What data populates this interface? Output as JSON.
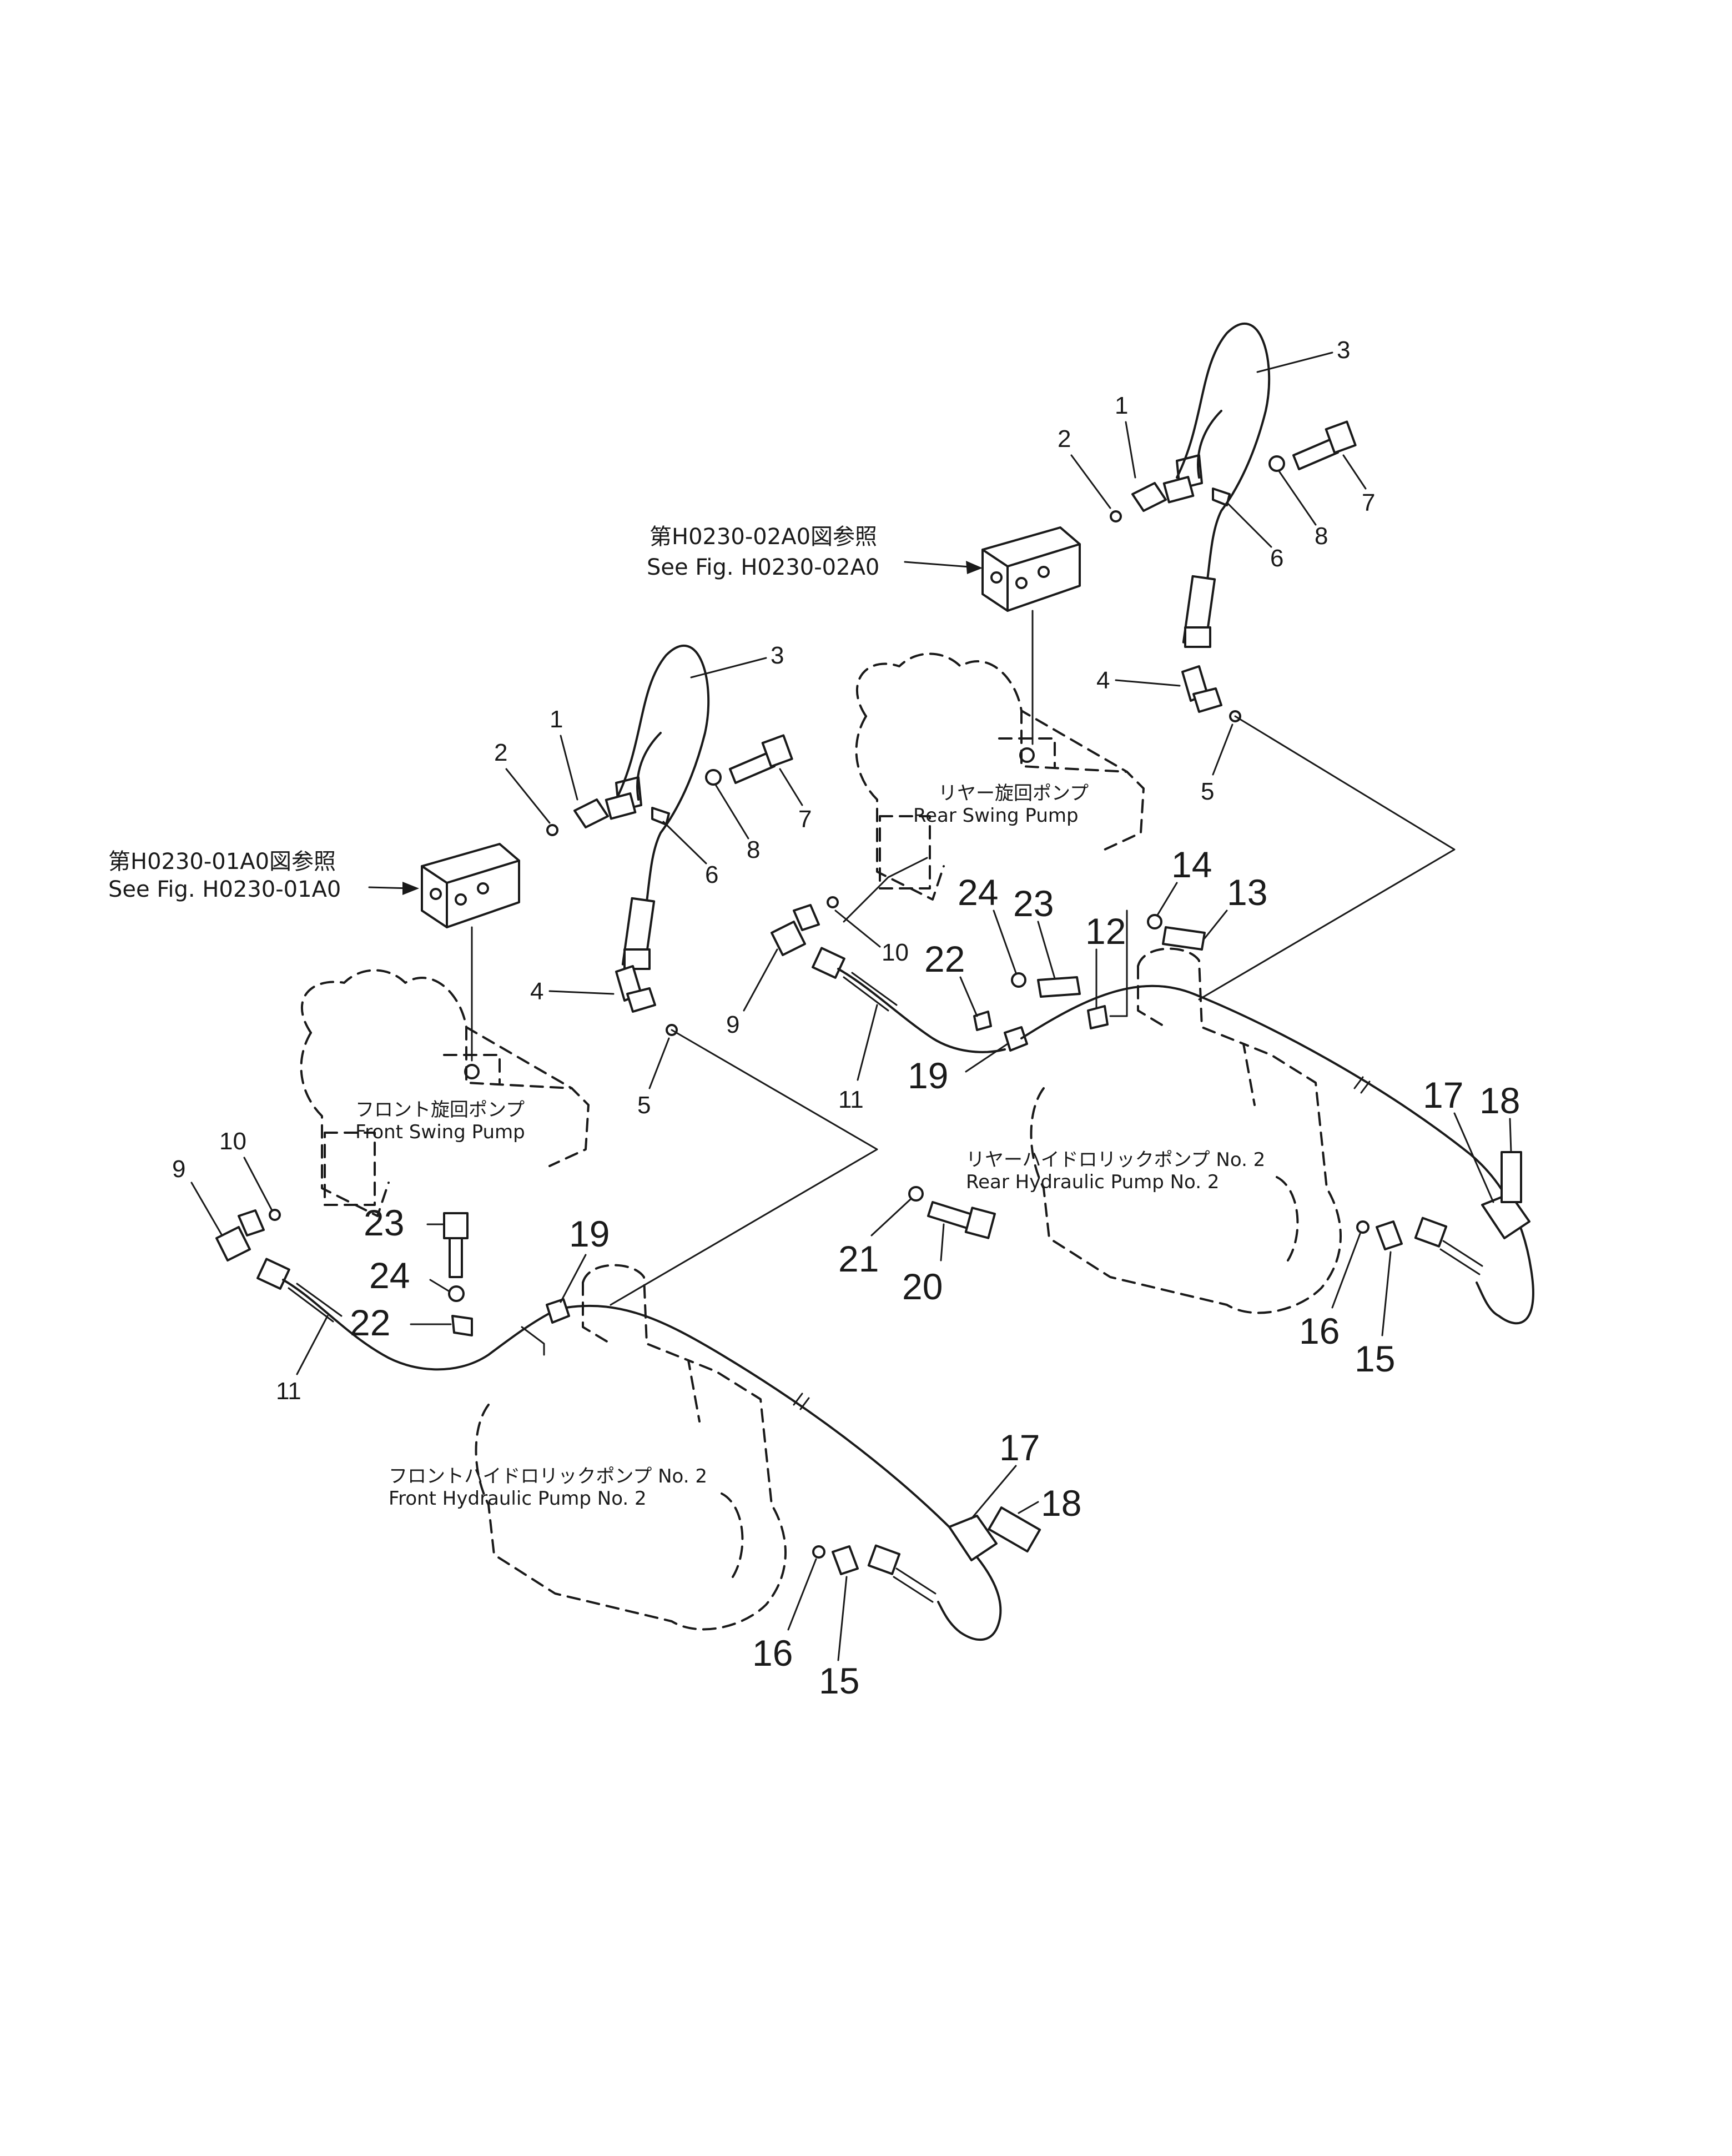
{
  "references": {
    "rear": {
      "jp": "第H0230-02A0図参照",
      "en": "See  Fig. H0230-02A0"
    },
    "front": {
      "jp": "第H0230-01A0図参照",
      "en": "See  Fig. H0230-01A0"
    }
  },
  "pumps": {
    "rear_swing": {
      "jp": "リヤー旋回ポンプ",
      "en": "Rear  Swing  Pump"
    },
    "front_swing": {
      "jp": "フロント旋回ポンプ",
      "en": "Front  Swing  Pump"
    },
    "rear_hydraulic": {
      "jp": "リヤーハイドロリックポンプ  No. 2",
      "en": "Rear  Hydraulic  Pump  No. 2"
    },
    "front_hydraulic": {
      "jp": "フロントハイドロリックポンプ  No. 2",
      "en": "Front  Hydraulic  Pump  No. 2"
    }
  },
  "callouts": {
    "rear": {
      "p1": "1",
      "p2": "2",
      "p3": "3",
      "p4": "4",
      "p5": "5",
      "p6": "6",
      "p7": "7",
      "p8": "8",
      "p9": "9",
      "p10": "10",
      "p11": "11",
      "p12": "12",
      "p13": "13",
      "p14": "14",
      "p15": "15",
      "p16": "16",
      "p17": "17",
      "p18": "18",
      "p19": "19",
      "p20": "20",
      "p21": "21",
      "p22": "22",
      "p23": "23",
      "p24": "24"
    },
    "front": {
      "p1": "1",
      "p2": "2",
      "p3": "3",
      "p4": "4",
      "p5": "5",
      "p6": "6",
      "p7": "7",
      "p8": "8",
      "p9": "9",
      "p10": "10",
      "p11": "11",
      "p15": "15",
      "p16": "16",
      "p17": "17",
      "p18": "18",
      "p19": "19",
      "p22": "22",
      "p23": "23",
      "p24": "24"
    }
  }
}
